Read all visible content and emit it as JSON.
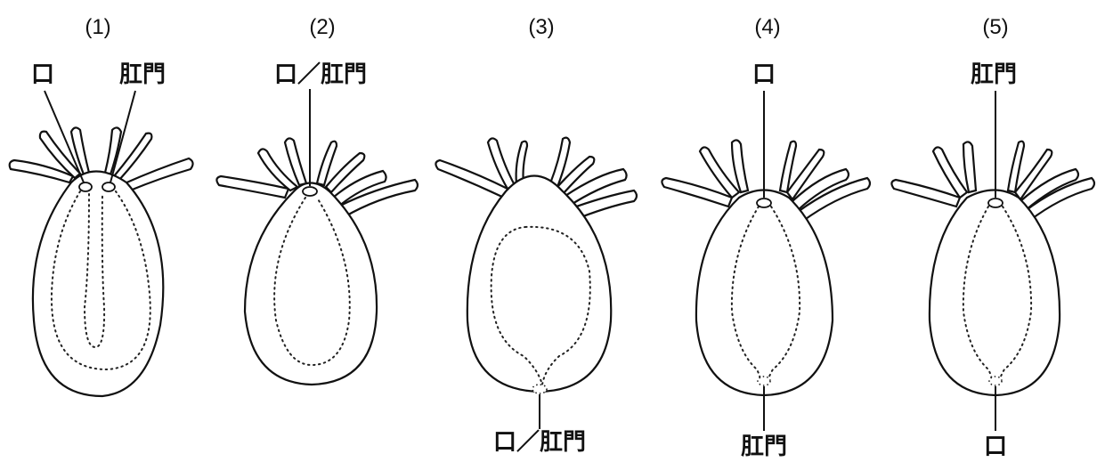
{
  "panels": [
    {
      "number": "(1)",
      "labels": {
        "top_left": "口",
        "top_right": "肛門"
      }
    },
    {
      "number": "(2)",
      "labels": {
        "top": "口／肛門"
      }
    },
    {
      "number": "(3)",
      "labels": {
        "bottom": "口／肛門"
      }
    },
    {
      "number": "(4)",
      "labels": {
        "top": "口",
        "bottom": "肛門"
      }
    },
    {
      "number": "(5)",
      "labels": {
        "top": "肛門",
        "bottom": "口"
      }
    }
  ],
  "colors": {
    "line": "#111111",
    "background": "#ffffff"
  }
}
